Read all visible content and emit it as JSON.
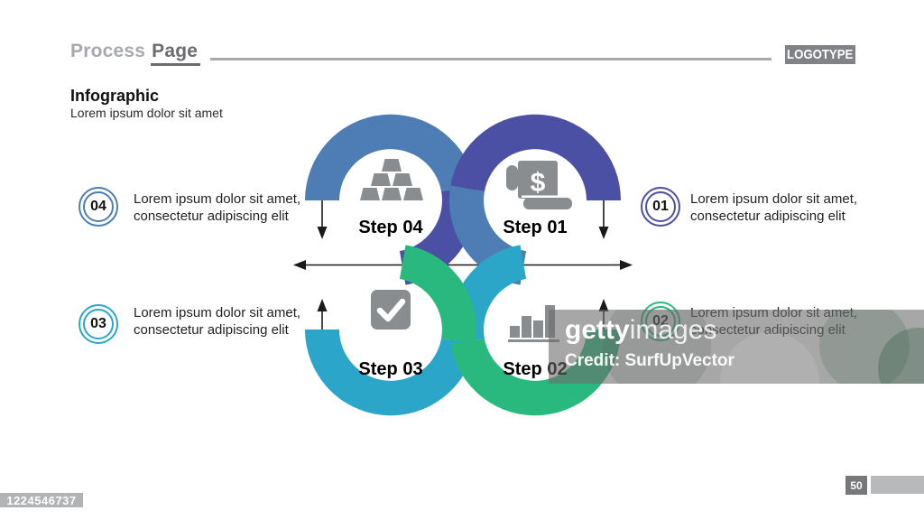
{
  "header": {
    "title_light": "Process",
    "title_dark": "Page",
    "logotype": "LOGOTYPE"
  },
  "intro": {
    "heading": "Infographic",
    "subtitle": "Lorem ipsum dolor sit amet"
  },
  "colors": {
    "blue": "#4e7cb4",
    "indigo": "#4b50a5",
    "cyan": "#2ba6c9",
    "green": "#29b97e",
    "icon_gray": "#8a8d8f",
    "arrow_black": "#1a1a1a"
  },
  "steps": [
    {
      "id": "01",
      "label": "Step 01",
      "icon": "receipt-dollar-icon",
      "color": "#4b50a5"
    },
    {
      "id": "02",
      "label": "Step 02",
      "icon": "bar-chart-icon",
      "color": "#29b97e"
    },
    {
      "id": "03",
      "label": "Step 03",
      "icon": "checkmark-icon",
      "color": "#2ba6c9"
    },
    {
      "id": "04",
      "label": "Step 04",
      "icon": "gold-bars-icon",
      "color": "#4e7cb4"
    }
  ],
  "misc": {
    "dollar": "$"
  },
  "side_items": [
    {
      "number": "04",
      "line1": "Lorem ipsum dolor sit amet,",
      "line2": "consectetur adipiscing elit"
    },
    {
      "number": "01",
      "line1": "Lorem ipsum dolor sit amet,",
      "line2": "consectetur adipiscing elit"
    },
    {
      "number": "03",
      "line1": "Lorem ipsum dolor sit amet,",
      "line2": "consectetur adipiscing elit"
    },
    {
      "number": "02",
      "line1": "Lorem ipsum dolor sit amet,",
      "line2": "consectetur adipiscing elit"
    }
  ],
  "watermark": {
    "brand_bold": "getty",
    "brand_light": "images",
    "credit": "Credit: SurfUpVector"
  },
  "footer": {
    "image_id": "1224546737",
    "page_number": "50"
  }
}
